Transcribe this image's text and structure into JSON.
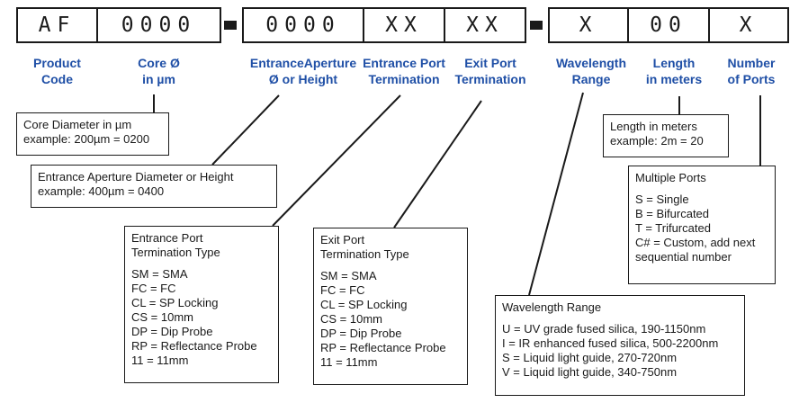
{
  "segments": {
    "product_code": "AF",
    "core": "0000",
    "entrance_aperture": "0000",
    "entrance_port": "XX",
    "exit_port": "XX",
    "wavelength": "X",
    "length": "00",
    "ports": "X"
  },
  "labels": {
    "product_code": [
      "Product",
      "Code"
    ],
    "core": [
      "Core Ø",
      "in µm"
    ],
    "entrance_aperture": [
      "EntranceAperture",
      "Ø or Height"
    ],
    "entrance_port": [
      "Entrance Port",
      "Termination"
    ],
    "exit_port": [
      "Exit Port",
      "Termination"
    ],
    "wavelength": [
      "Wavelength",
      "Range"
    ],
    "length": [
      "Length",
      "in meters"
    ],
    "ports": [
      "Number",
      "of Ports"
    ]
  },
  "boxes": {
    "core": {
      "lines": [
        "Core Diameter in µm",
        "example:  200µm  = 0200"
      ]
    },
    "entrance_aperture": {
      "lines": [
        "Entrance Aperture Diameter or Height",
        "example:  400µm  =  0400"
      ]
    },
    "entrance_port": {
      "title": [
        "Entrance Port",
        "Termination Type"
      ],
      "items": [
        "SM  =  SMA",
        "FC  =  FC",
        "CL  =  SP Locking",
        "CS  =  10mm",
        "DP  =  Dip Probe",
        "RP  =  Reflectance Probe",
        "11  =  11mm"
      ]
    },
    "exit_port": {
      "title": [
        "Exit Port",
        "Termination Type"
      ],
      "items": [
        "SM  =  SMA",
        "FC  =  FC",
        "CL  =  SP Locking",
        "CS  =  10mm",
        "DP  =  Dip Probe",
        "RP  =  Reflectance Probe",
        "11  =  11mm"
      ]
    },
    "length": {
      "lines": [
        "Length in meters",
        "example:  2m  =  20"
      ]
    },
    "ports": {
      "title": [
        "Multiple Ports"
      ],
      "items": [
        "S  =  Single",
        "B =  Bifurcated",
        "T  =  Trifurcated",
        "C# =  Custom, add next",
        "sequential number"
      ]
    },
    "wavelength": {
      "title": [
        "Wavelength Range"
      ],
      "items": [
        "U  =  UV grade fused silica, 190-1150nm",
        "I  =  IR enhanced fused silica, 500-2200nm",
        "S  =  Liquid light guide, 270-720nm",
        "V  =  Liquid light guide, 340-750nm"
      ]
    }
  },
  "colors": {
    "label": "#1f4fa6",
    "ink": "#1a1a1a"
  }
}
